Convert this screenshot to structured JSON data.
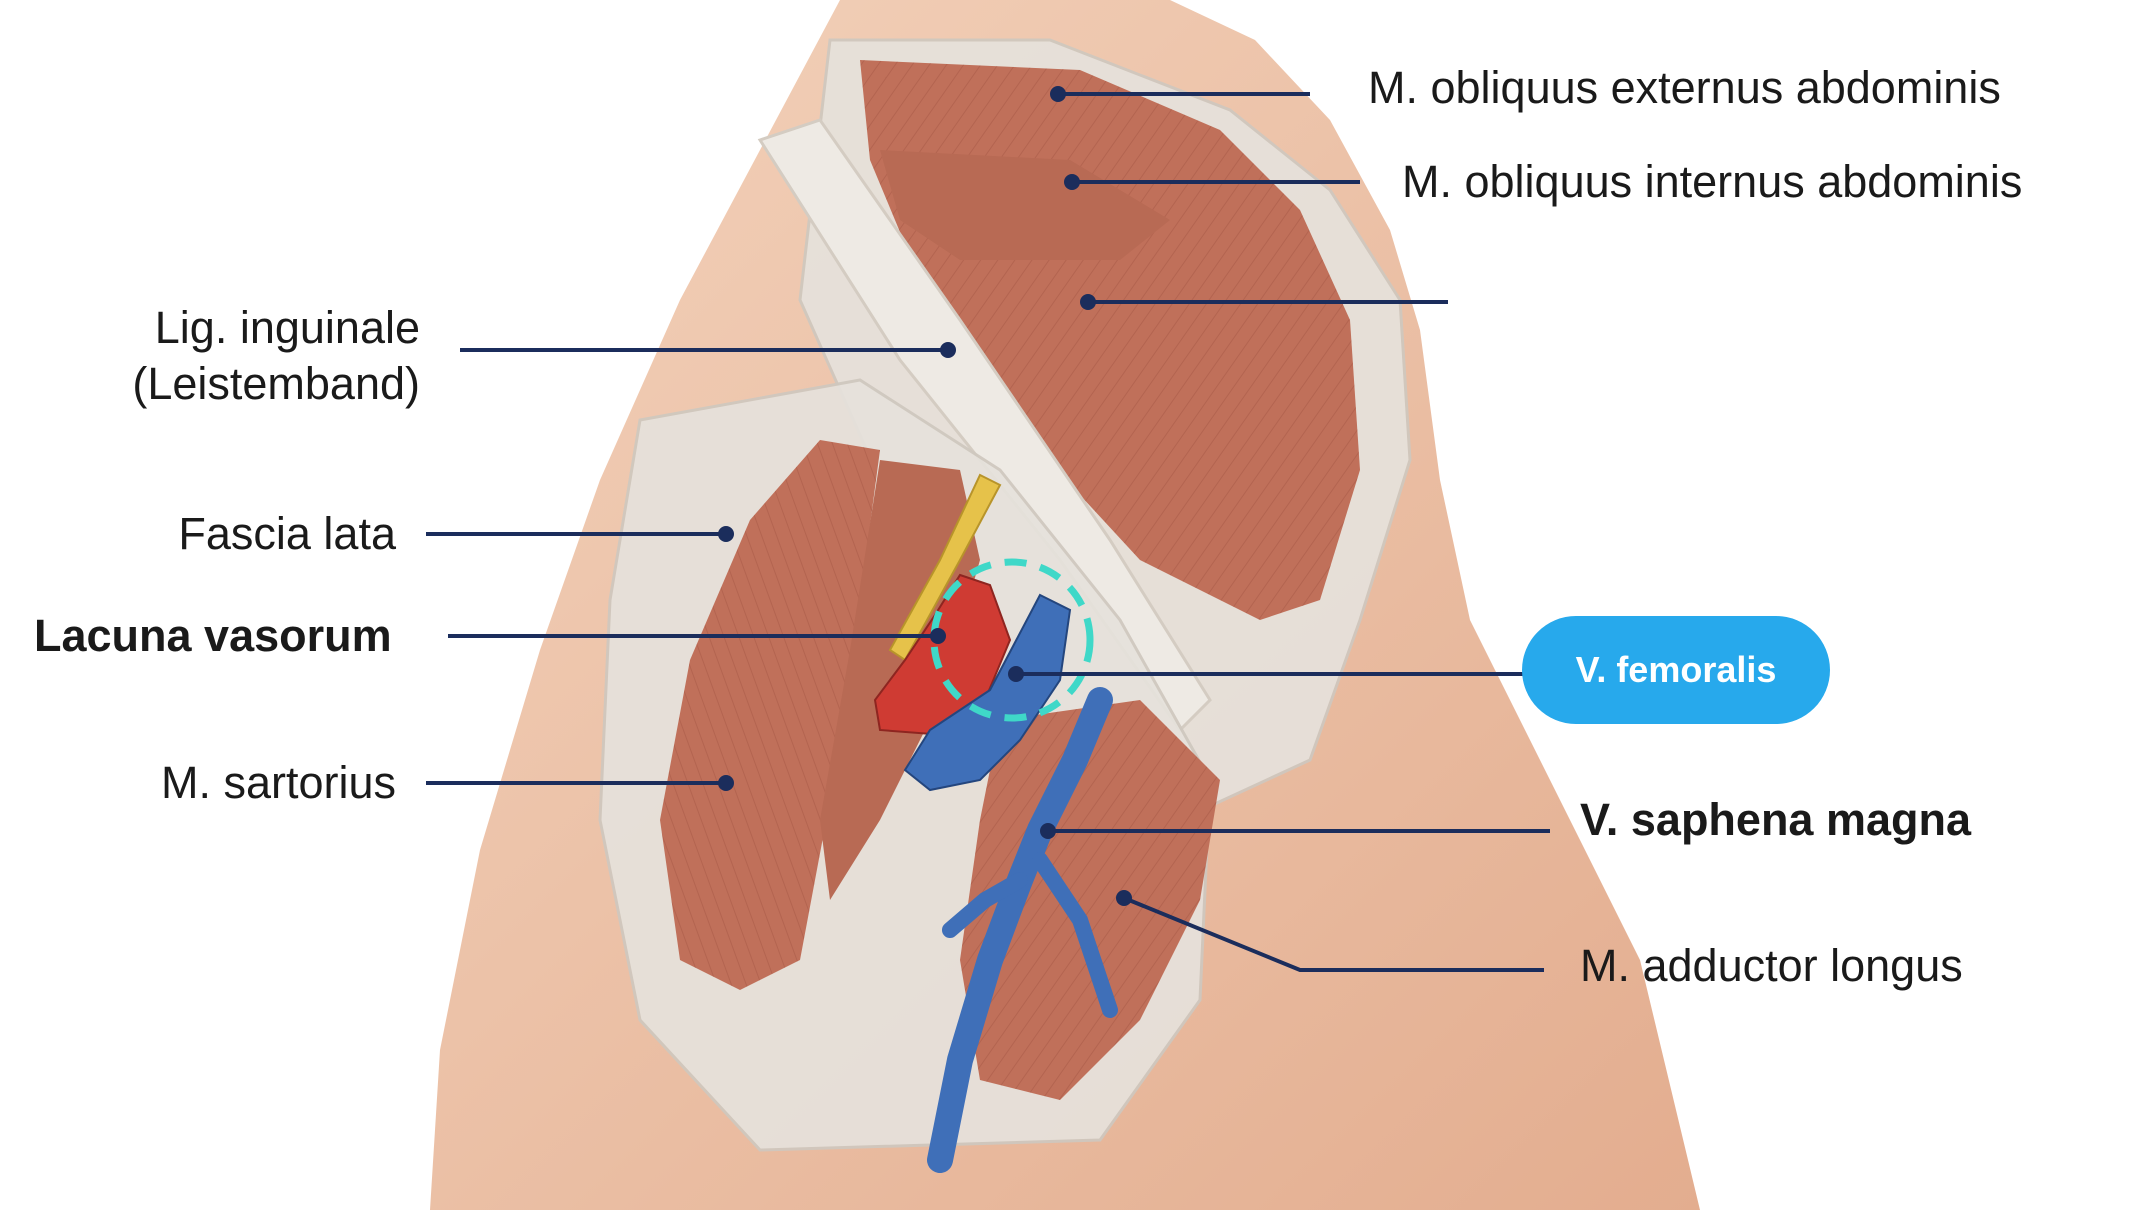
{
  "colors": {
    "leader": "#1b2d5c",
    "badge_bg": "#27a9ec",
    "highlight_ring": "#3fd8c8",
    "skin": "#ecc0a2",
    "muscle": "#c0705a",
    "fascia": "#e6e2dc",
    "artery": "#cf3b33",
    "vein": "#3f6fb8",
    "nerve": "#e6c24a"
  },
  "labels": {
    "obliquus_externus": "M. obliquus externus abdominis",
    "obliquus_internus": "M. obliquus internus abdominis",
    "lig_inguinale_line1": "Lig. inguinale",
    "lig_inguinale_line2": "(Leistemband)",
    "fascia_lata": "Fascia lata",
    "lacuna_vasorum": "Lacuna vasorum",
    "sartorius": "M. sartorius",
    "v_femoralis": "V. femoralis",
    "v_saphena_magna": "V. saphena magna",
    "adductor_longus": "M. adductor longus"
  },
  "icons": {
    "highlight": "dashed-circle-highlight",
    "pointer": "leader-dot"
  }
}
